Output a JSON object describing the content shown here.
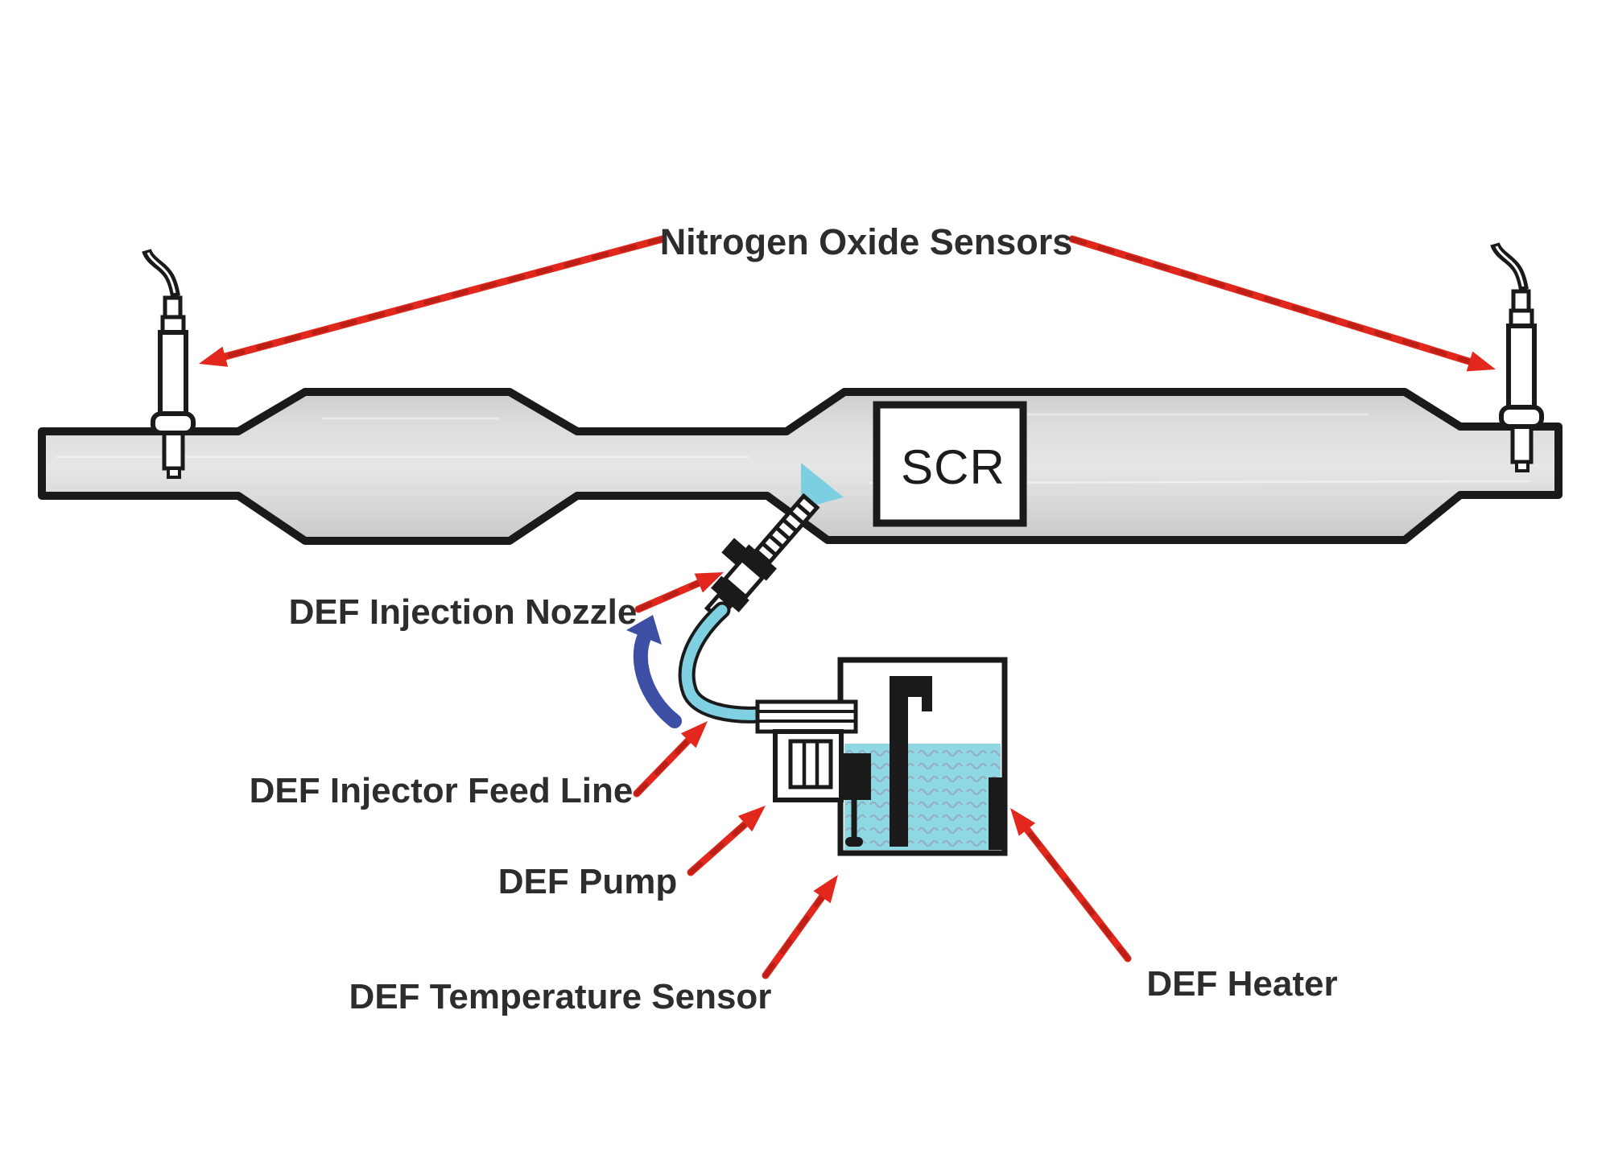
{
  "diagram": {
    "title": "Nitrogen Oxide Sensors",
    "scr_box_label": "SCR",
    "component_labels": {
      "injection_nozzle": "DEF Injection Nozzle",
      "feed_line": "DEF Injector Feed Line",
      "pump": "DEF Pump",
      "temperature_sensor": "DEF Temperature Sensor",
      "heater": "DEF Heater"
    },
    "colors": {
      "annotation_arrow_red": "#e2271c",
      "annotation_arrow_red_dark": "#9a1a12",
      "hose_cyan": "#7fd0e0",
      "def_fluid_cyan": "#8ed8e4",
      "spray_cyan": "#7ccfe0",
      "flow_arrow_blue": "#3c4fa5",
      "pipe_gray": "#d3d3d3",
      "outline_black": "#1a1a1a",
      "label_text": "#2d2d2d"
    }
  }
}
